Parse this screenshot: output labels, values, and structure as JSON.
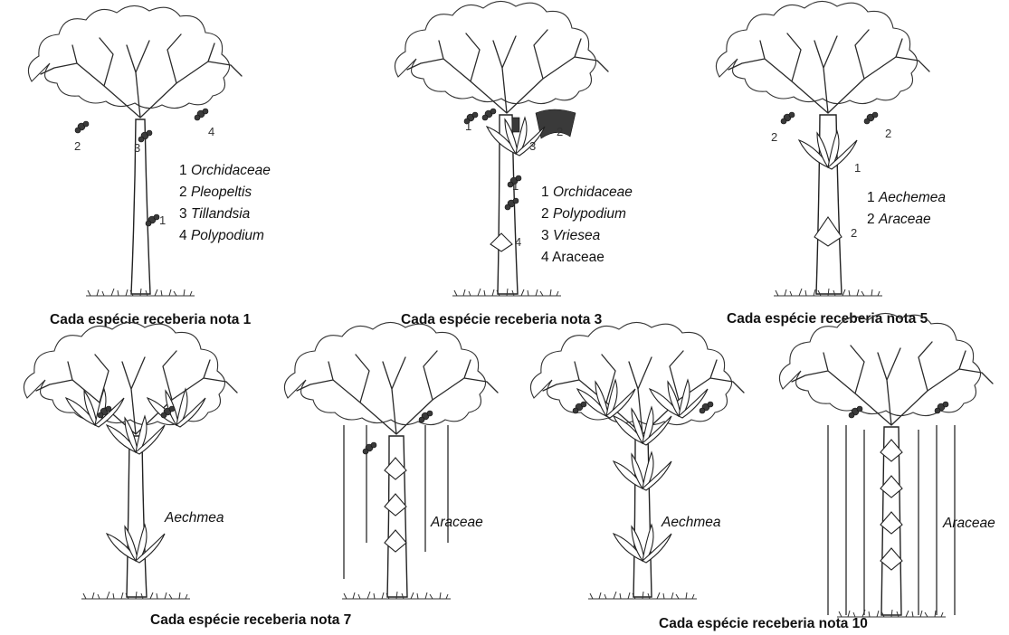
{
  "panels": [
    {
      "id": "nota1",
      "caption": "Cada espécie receberia nota 1",
      "legend": [
        {
          "n": "1",
          "name": "Orchidaceae",
          "italic": true
        },
        {
          "n": "2",
          "name": "Pleopeltis",
          "italic": true
        },
        {
          "n": "3",
          "name": "Tillandsia",
          "italic": true
        },
        {
          "n": "4",
          "name": "Polypodium",
          "italic": true
        }
      ],
      "markers": [
        "2",
        "3",
        "4",
        "1"
      ]
    },
    {
      "id": "nota3",
      "caption": "Cada espécie receberia nota 3",
      "legend": [
        {
          "n": "1",
          "name": "Orchidaceae",
          "italic": true
        },
        {
          "n": "2",
          "name": "Polypodium",
          "italic": true
        },
        {
          "n": "3",
          "name": "Vriesea",
          "italic": true
        },
        {
          "n": "4",
          "name": "Araceae",
          "italic": false
        }
      ],
      "markers": [
        "1",
        "2",
        "3",
        "1",
        "4"
      ]
    },
    {
      "id": "nota5",
      "caption": "Cada espécie receberia nota 5",
      "legend": [
        {
          "n": "1",
          "name": "Aechemea",
          "italic": true
        },
        {
          "n": "2",
          "name": "Araceae",
          "italic": true
        }
      ],
      "markers": [
        "2",
        "2",
        "1",
        "2"
      ]
    },
    {
      "id": "nota7",
      "caption": "Cada espécie receberia nota 7",
      "species_a": "Aechmea",
      "species_b": "Araceae"
    },
    {
      "id": "nota10",
      "caption": "Cada espécie receberia nota 10",
      "species_a": "Aechmea",
      "species_b": "Araceae"
    }
  ]
}
